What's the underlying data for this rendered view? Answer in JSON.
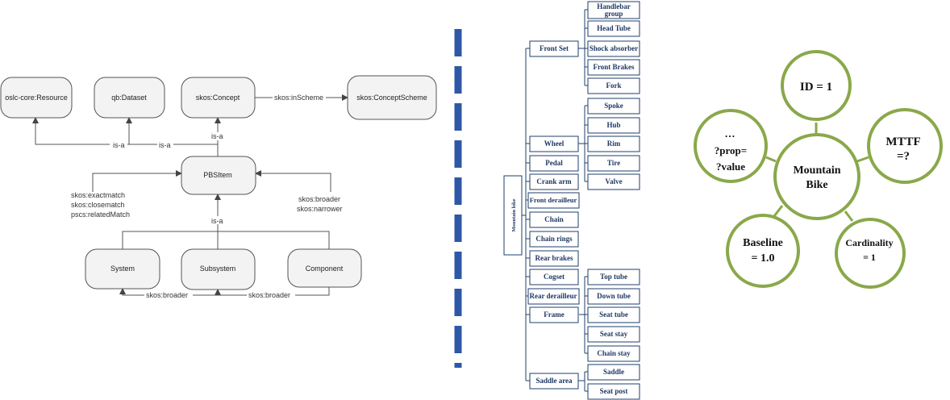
{
  "ontology": {
    "nodes": {
      "oslc_resource": "oslc-core:Resource",
      "qb_dataset": "qb:Dataset",
      "skos_concept": "skos:Concept",
      "skos_concept_scheme": "skos:ConceptScheme",
      "pbs_item": "PBSItem",
      "system": "System",
      "subsystem": "Subsystem",
      "component": "Component"
    },
    "edges": {
      "in_scheme": "skos:inScheme",
      "isa_left": "is-a",
      "isa_mid": "is-a",
      "isa_concept": "is-a",
      "isa_pbs": "is-a",
      "exactmatch": "skos:exactmatch",
      "closematch": "skos:closematch",
      "related_match": "pscs:relatedMatch",
      "broader_right": "skos:broader",
      "narrower_right": "skos:narrower",
      "broader_left": "skos:broader",
      "broader_mid": "skos:broader"
    }
  },
  "tree": {
    "root": "Mountain bike",
    "colors": {
      "line": "#1f3f6b",
      "text": "#1f3864",
      "separator": "#2e57a6"
    },
    "level1": [
      "Front Set",
      "Wheel",
      "Pedal",
      "Crank arm",
      "Front derailleur",
      "Chain",
      "Chain rings",
      "Rear brakes",
      "Cogset",
      "Rear derailleur",
      "Frame",
      "Saddle area"
    ],
    "front_set_children": [
      "Handlebar group",
      "Head Tube",
      "Shock absorber",
      "Front Brakes",
      "Fork"
    ],
    "wheel_children": [
      "Spoke",
      "Hub",
      "Rim",
      "Tire",
      "Valve"
    ],
    "frame_children": [
      "Top tube",
      "Down tube",
      "Seat tube",
      "Seat stay",
      "Chain stay"
    ],
    "saddle_children": [
      "Saddle",
      "Seat post"
    ]
  },
  "properties": {
    "center": [
      "Mountain",
      "Bike"
    ],
    "id": "ID = 1",
    "mttf": [
      "MTTF",
      "=?"
    ],
    "cardinality": [
      "Cardinality",
      "= 1"
    ],
    "baseline": [
      "Baseline",
      "= 1.0"
    ],
    "other": [
      "…",
      "?prop=",
      "?value"
    ],
    "colors": {
      "circle_stroke": "#8aa84a"
    }
  }
}
